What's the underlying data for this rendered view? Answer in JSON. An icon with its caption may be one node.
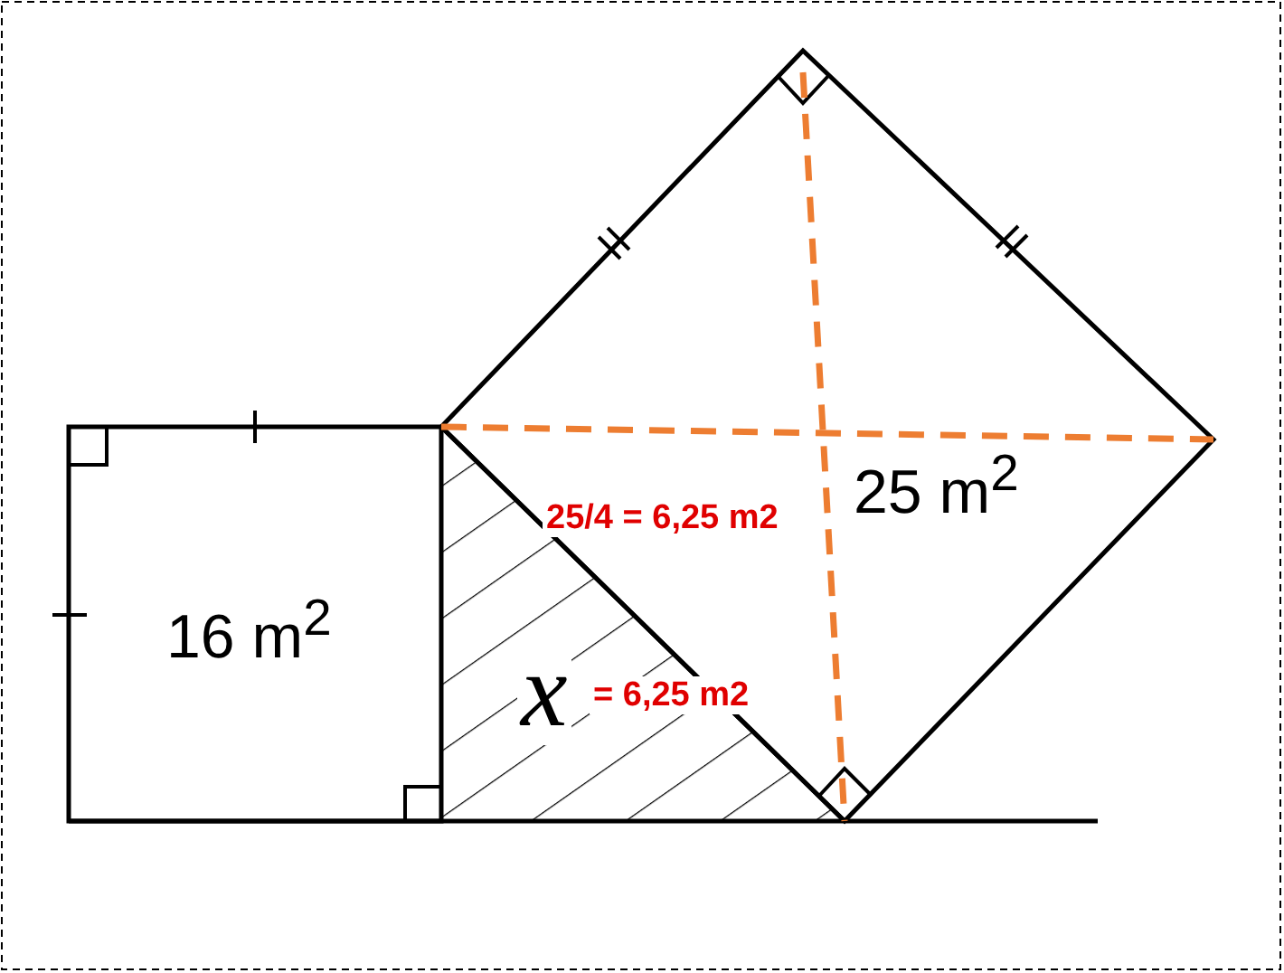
{
  "diagram": {
    "labels": [
      "25 m$^{2}$",
      "25/4 = 6,25 m2",
      "16 m$^{2}$",
      "x",
      "= 6,25 m2"
    ]
  }
}
